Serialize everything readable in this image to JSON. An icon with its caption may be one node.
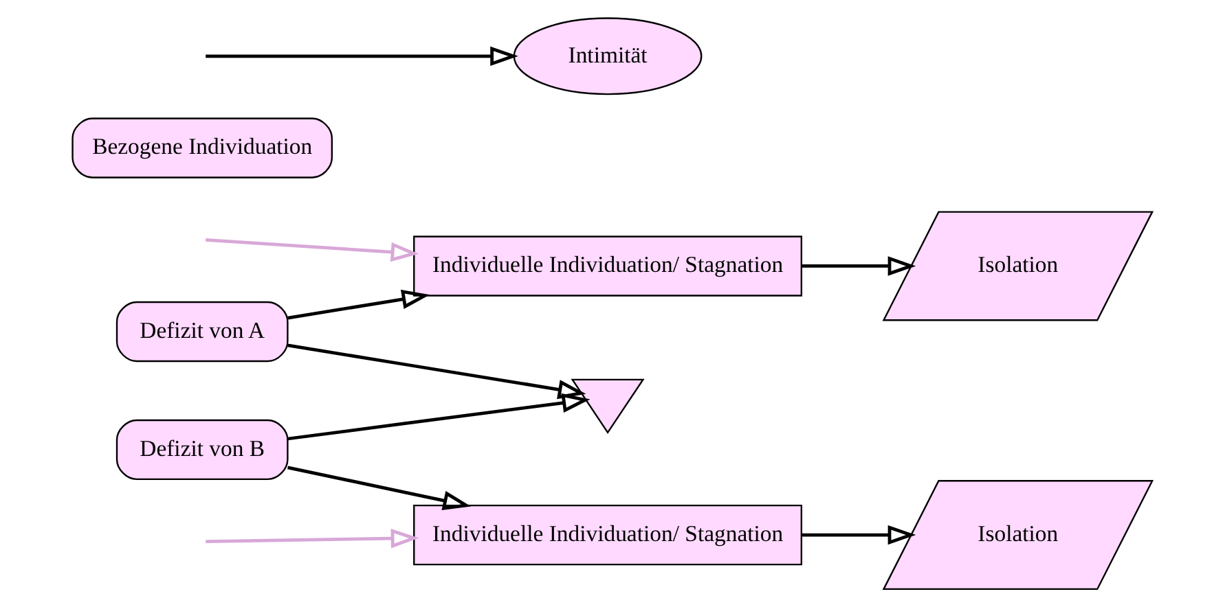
{
  "diagram": {
    "nodes": [
      {
        "text": [
          "Defizit von A"
        ]
      },
      {
        "text": [
          "Individuelle Individuation/ Stagnation"
        ]
      },
      {
        "text": [
          "Isolation"
        ]
      },
      {
        "text": [],
        "shape": "bowtie"
      },
      {
        "text": [
          "Bezogene Individuation"
        ]
      },
      {
        "text": [
          "Intimität"
        ]
      },
      {
        "text": [
          "Defizit von B"
        ]
      },
      {
        "text": [
          "Individuelle Individuation/ Stagnation"
        ]
      },
      {
        "text": [
          "Isolation"
        ]
      }
    ],
    "edges": [
      {
        "from": 0,
        "to": 1,
        "arrow": "to"
      },
      {
        "from": 0,
        "to": 3,
        "arrow": "to"
      },
      {
        "from": 1,
        "to": 2,
        "arrow": "to"
      },
      {
        "from": null,
        "to": 1,
        "arrow": "to",
        "color": "#d8a8d8"
      },
      {
        "from": null,
        "to": 5,
        "arrow": "to"
      },
      {
        "from": null,
        "to": 7,
        "arrow": "to",
        "color": "#d8a8d8"
      },
      {
        "from": 6,
        "to": 3,
        "arrow": "to"
      },
      {
        "from": 6,
        "to": 7,
        "arrow": "to"
      },
      {
        "from": 7,
        "to": 8,
        "arrow": "to"
      }
    ]
  }
}
